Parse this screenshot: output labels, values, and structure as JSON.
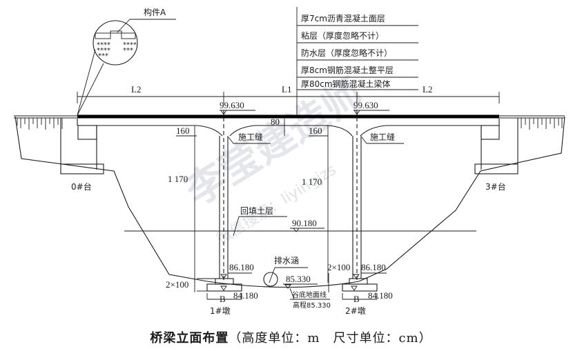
{
  "drawing": {
    "caption_main": "桥梁立面布置",
    "caption_units": "（高度单位：m　尺寸单位：cm）",
    "watermark_main": "李莹建造师",
    "watermark_sub": "微信搜索：liyingjzs"
  },
  "layers": [
    {
      "label": "厚7cm沥青混凝土面层"
    },
    {
      "label": "粘层（厚度忽略不计）"
    },
    {
      "label": "防水层（厚度忽略不计）"
    },
    {
      "label": "厚8cm钢筋混凝土整平层"
    },
    {
      "label": "厚80cm钢筋混凝土梁体"
    }
  ],
  "detail": {
    "component_label": "构件A"
  },
  "spans": {
    "left": "L2",
    "middle": "L1",
    "right": "L2"
  },
  "elevations": {
    "deck_left": "99.630",
    "deck_right": "99.630",
    "backfill": "90.180",
    "pier1_top": "86.180",
    "pier2_top": "86.180",
    "pier1_bottom": "84.180",
    "pier2_bottom": "84.180",
    "valley": "85.330"
  },
  "dimensions": {
    "haunch_left": "160",
    "haunch_right": "160",
    "beam_depth": "80",
    "pier_height_left": "1 170",
    "pier_height_mid": "1 170",
    "footing_left": "2×100",
    "footing_right": "2×100"
  },
  "labels": {
    "construction_joint_left": "施工缝",
    "construction_joint_right": "施工缝",
    "backfill_layer": "回填土层",
    "drain_culvert": "排水涵",
    "valley_line": "谷底地面线",
    "valley_elev": "高程85.330",
    "abutment_0": "0#台",
    "abutment_3": "3#台",
    "pier_1": "1#墩",
    "pier_2": "2#墩",
    "pile_left": "B",
    "pile_right": "B"
  }
}
